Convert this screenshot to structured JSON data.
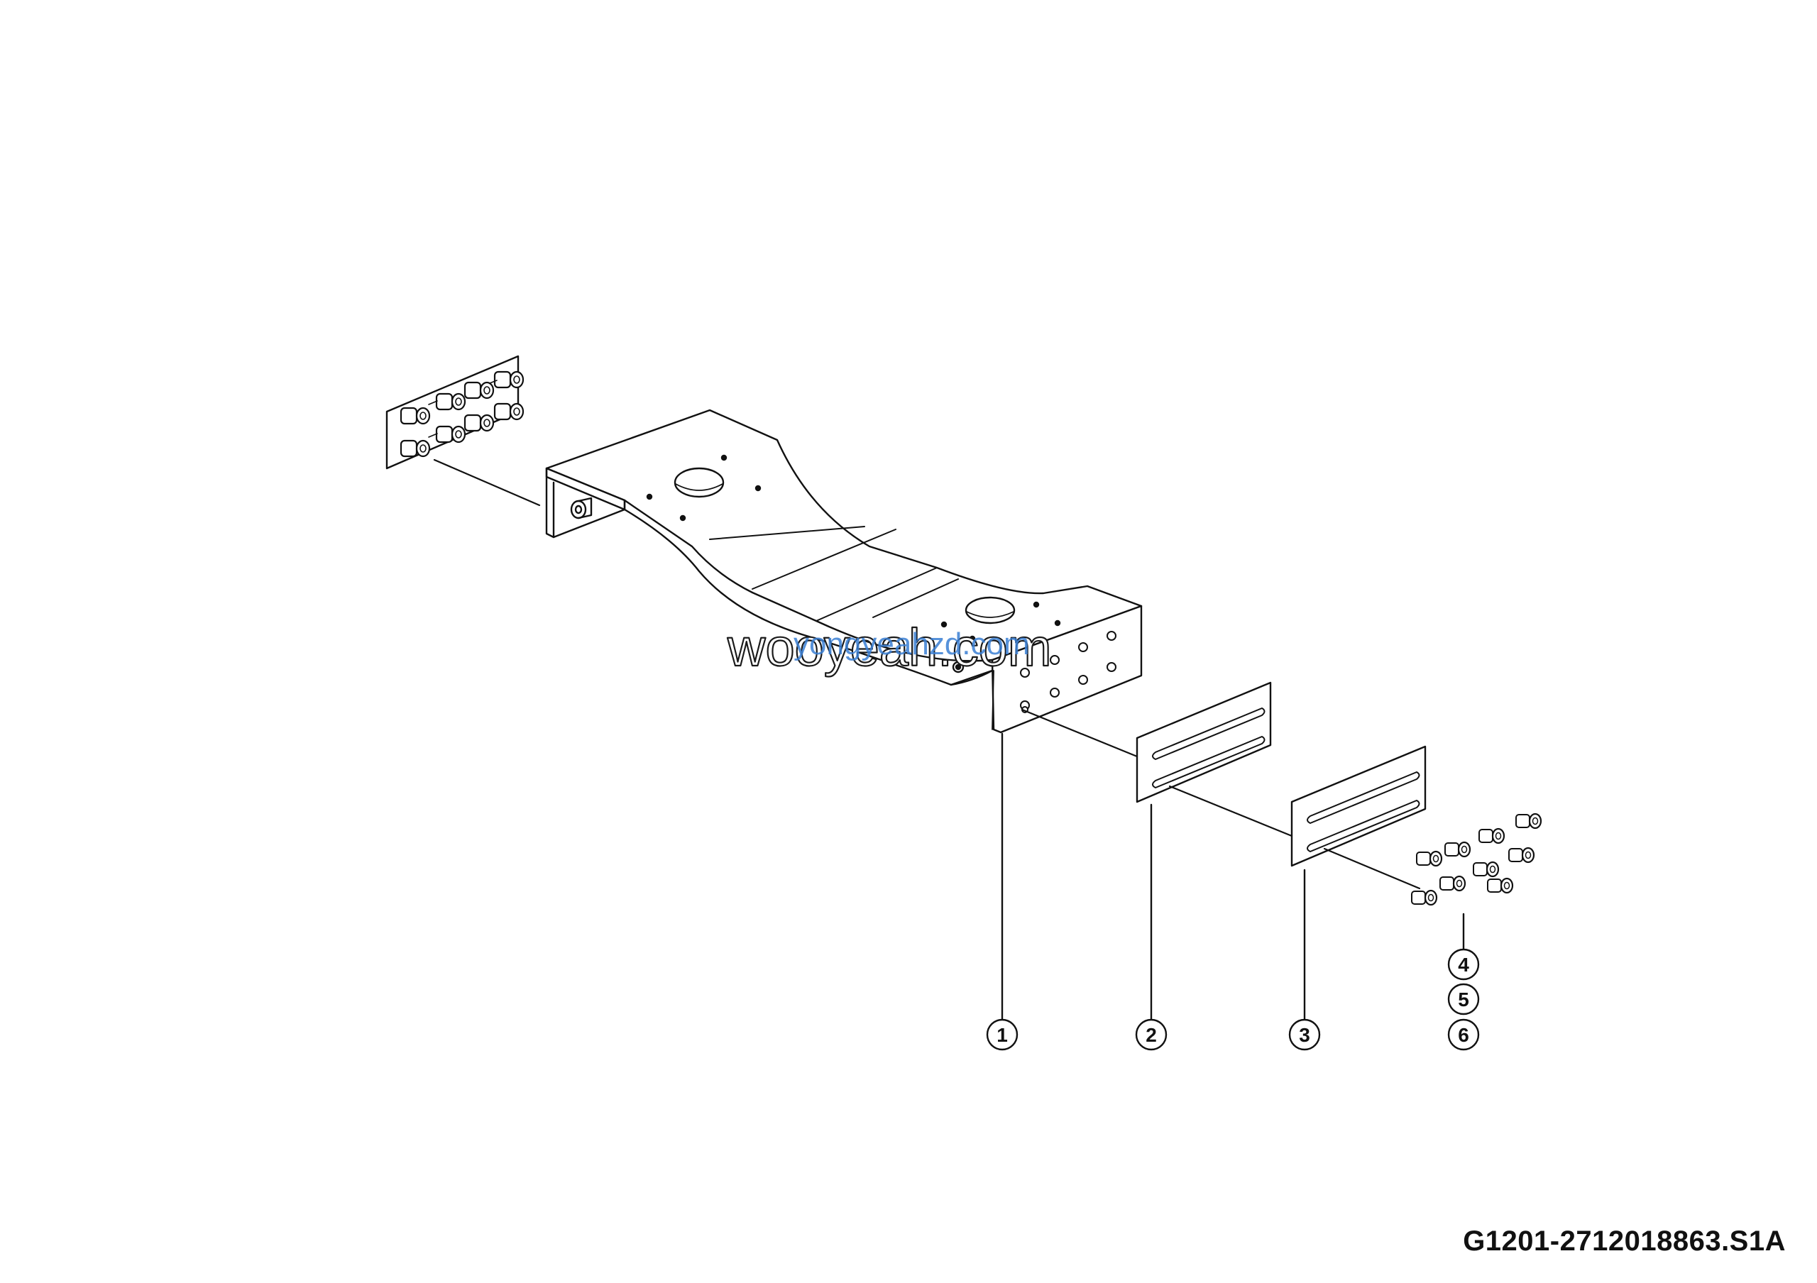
{
  "drawing_code": "G1201-2712018863.S1A",
  "watermarks": {
    "primary": "wooyeah.com",
    "secondary": "yongyeahzd.com"
  },
  "callouts": {
    "c1": "1",
    "c2": "2",
    "c3": "3",
    "c4": "4",
    "c5": "5",
    "c6": "6"
  },
  "colors": {
    "line": "#111111",
    "background": "#ffffff",
    "watermark_accent": "#3a7fd4"
  },
  "icons": {
    "bolt": "hex-bolt-icon",
    "plate": "shim-plate-icon",
    "frame": "subframe-icon"
  }
}
